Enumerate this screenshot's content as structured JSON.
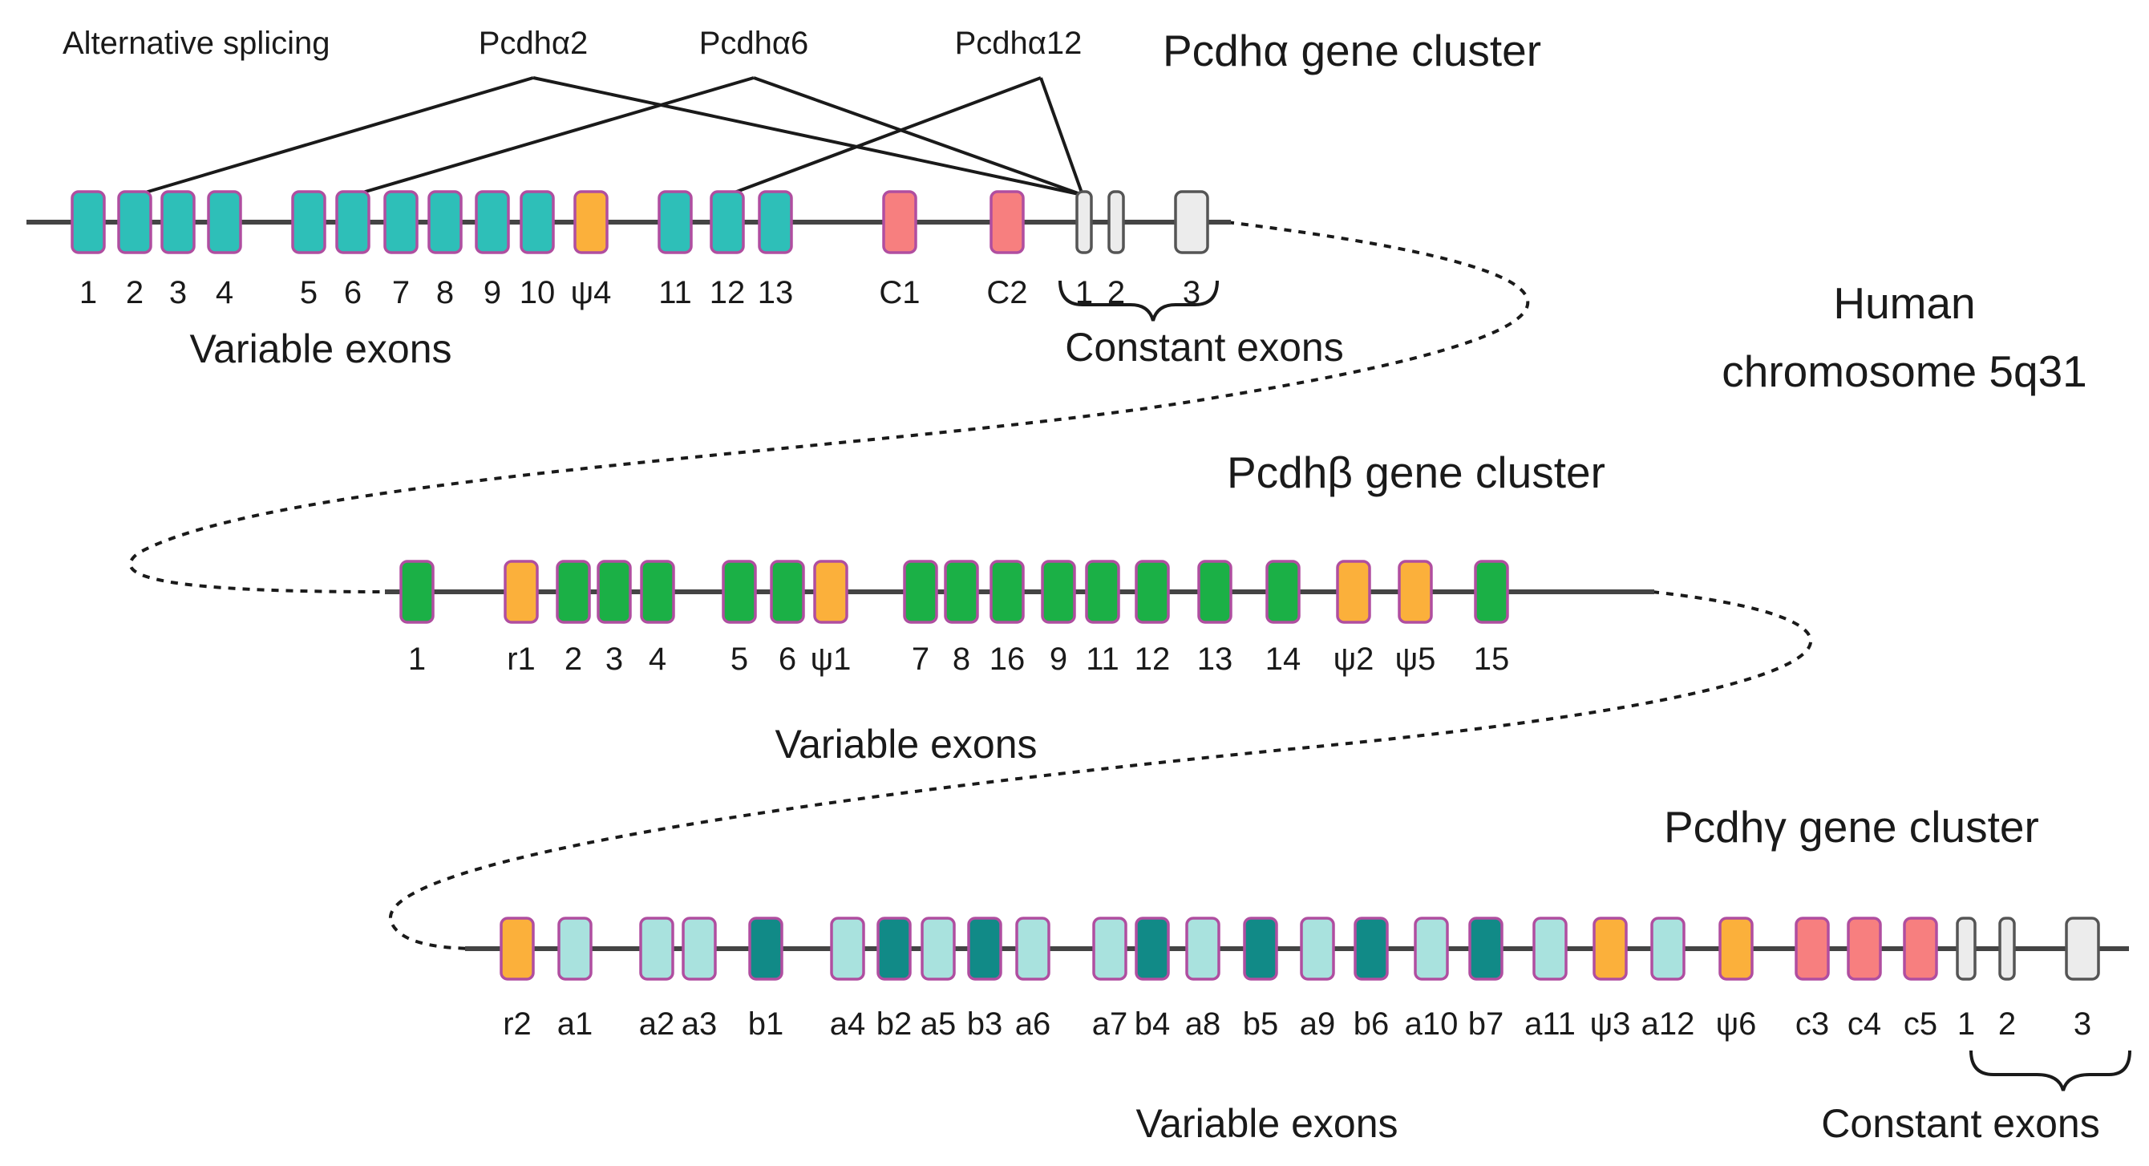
{
  "chromosome": {
    "line1": "Human",
    "line2": "chromosome 5q31"
  },
  "colors": {
    "teal": "#2ebfb8",
    "green": "#1bb046",
    "orange": "#fbb03b",
    "pink": "#f77f7f",
    "grey": "#ececec",
    "light_cyan": "#a9e2de",
    "dark_teal": "#118a87",
    "border": "#b04ea0"
  },
  "alpha": {
    "title": "Pcdhα gene cluster",
    "variable_label": "Variable exons",
    "constant_label": "Constant exons",
    "annotations": {
      "splicing": "Alternative splicing",
      "a2": "Pcdhα2",
      "a6": "Pcdhα6",
      "a12": "Pcdhα12"
    },
    "exons": [
      {
        "label": "1",
        "kind": "teal"
      },
      {
        "label": "2",
        "kind": "teal"
      },
      {
        "label": "3",
        "kind": "teal"
      },
      {
        "label": "4",
        "kind": "teal"
      },
      {
        "label": "5",
        "kind": "teal"
      },
      {
        "label": "6",
        "kind": "teal"
      },
      {
        "label": "7",
        "kind": "teal"
      },
      {
        "label": "8",
        "kind": "teal"
      },
      {
        "label": "9",
        "kind": "teal"
      },
      {
        "label": "10",
        "kind": "teal"
      },
      {
        "label": "ψ4",
        "kind": "orange"
      },
      {
        "label": "11",
        "kind": "teal"
      },
      {
        "label": "12",
        "kind": "teal"
      },
      {
        "label": "13",
        "kind": "teal"
      },
      {
        "label": "C1",
        "kind": "pink"
      },
      {
        "label": "C2",
        "kind": "pink"
      },
      {
        "label": "1",
        "kind": "grey"
      },
      {
        "label": "2",
        "kind": "grey"
      },
      {
        "label": "3",
        "kind": "grey"
      }
    ]
  },
  "beta": {
    "title": "Pcdhβ gene cluster",
    "variable_label": "Variable exons",
    "exons": [
      {
        "label": "1",
        "kind": "green"
      },
      {
        "label": "r1",
        "kind": "orange"
      },
      {
        "label": "2",
        "kind": "green"
      },
      {
        "label": "3",
        "kind": "green"
      },
      {
        "label": "4",
        "kind": "green"
      },
      {
        "label": "5",
        "kind": "green"
      },
      {
        "label": "6",
        "kind": "green"
      },
      {
        "label": "ψ1",
        "kind": "orange"
      },
      {
        "label": "7",
        "kind": "green"
      },
      {
        "label": "8",
        "kind": "green"
      },
      {
        "label": "16",
        "kind": "green"
      },
      {
        "label": "9",
        "kind": "green"
      },
      {
        "label": "11",
        "kind": "green"
      },
      {
        "label": "12",
        "kind": "green"
      },
      {
        "label": "13",
        "kind": "green"
      },
      {
        "label": "14",
        "kind": "green"
      },
      {
        "label": "ψ2",
        "kind": "orange"
      },
      {
        "label": "ψ5",
        "kind": "orange"
      },
      {
        "label": "15",
        "kind": "green"
      }
    ]
  },
  "gamma": {
    "title": "Pcdhγ gene cluster",
    "variable_label": "Variable exons",
    "constant_label": "Constant exons",
    "exons": [
      {
        "label": "r2",
        "kind": "orange"
      },
      {
        "label": "a1",
        "kind": "light"
      },
      {
        "label": "a2",
        "kind": "light"
      },
      {
        "label": "a3",
        "kind": "light"
      },
      {
        "label": "b1",
        "kind": "dark"
      },
      {
        "label": "a4",
        "kind": "light"
      },
      {
        "label": "b2",
        "kind": "dark"
      },
      {
        "label": "a5",
        "kind": "light"
      },
      {
        "label": "b3",
        "kind": "dark"
      },
      {
        "label": "a6",
        "kind": "light"
      },
      {
        "label": "a7",
        "kind": "light"
      },
      {
        "label": "b4",
        "kind": "dark"
      },
      {
        "label": "a8",
        "kind": "light"
      },
      {
        "label": "b5",
        "kind": "dark"
      },
      {
        "label": "a9",
        "kind": "light"
      },
      {
        "label": "b6",
        "kind": "dark"
      },
      {
        "label": "a10",
        "kind": "light"
      },
      {
        "label": "b7",
        "kind": "dark"
      },
      {
        "label": "a11",
        "kind": "light"
      },
      {
        "label": "ψ3",
        "kind": "orange"
      },
      {
        "label": "a12",
        "kind": "light"
      },
      {
        "label": "ψ6",
        "kind": "orange"
      },
      {
        "label": "c3",
        "kind": "pink"
      },
      {
        "label": "c4",
        "kind": "pink"
      },
      {
        "label": "c5",
        "kind": "pink"
      },
      {
        "label": "1",
        "kind": "grey"
      },
      {
        "label": "2",
        "kind": "grey"
      },
      {
        "label": "3",
        "kind": "grey"
      }
    ]
  }
}
